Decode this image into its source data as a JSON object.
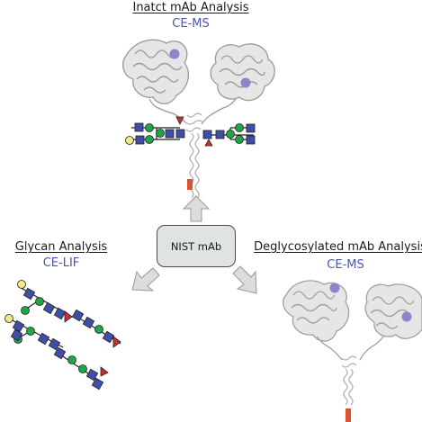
{
  "center": {
    "label": "NIST mAb"
  },
  "sections": {
    "intact": {
      "title": "Inatct mAb Analysis",
      "method": "CE-MS"
    },
    "glycan": {
      "title": "Glycan Analysis",
      "method": "CE-LIF"
    },
    "deglyco": {
      "title": "Deglycosylated mAb Analysis",
      "method": "CE-MS"
    }
  },
  "colors": {
    "antibody": "#9a9a9a",
    "antibody_light": "#c8c8c8",
    "purple_sphere": "#8b86c8",
    "red_tag": "#d9532c",
    "glcnac_square": "#3f4fa8",
    "mannose_circle": "#1fa64a",
    "galactose_circle": "#f2e98a",
    "fucose_triangle": "#c9302c",
    "arrow_fill": "#dcdcdc",
    "arrow_stroke": "#9a9a9a"
  }
}
